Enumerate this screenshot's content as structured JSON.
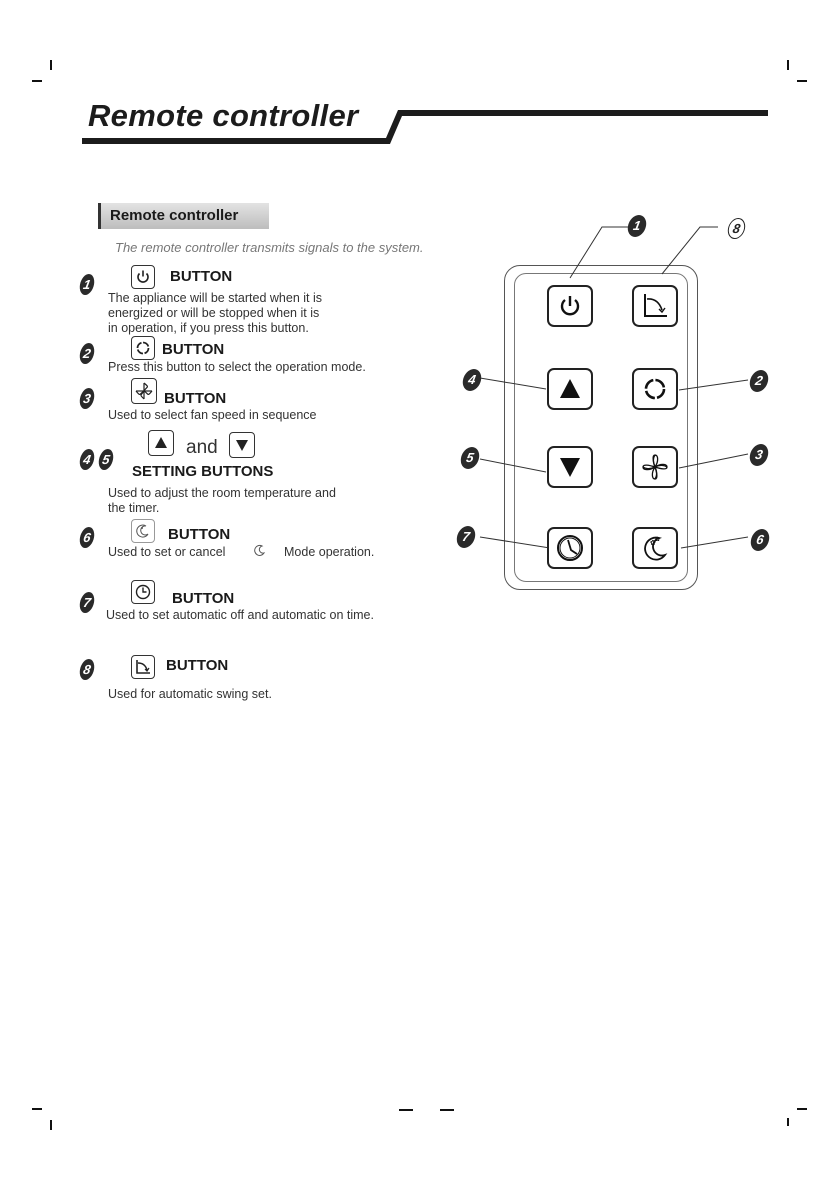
{
  "header": {
    "title": "Remote controller"
  },
  "section": {
    "tag": "Remote controller",
    "intro": "The remote controller transmits signals  to the system."
  },
  "items": [
    {
      "num": "1",
      "label": "BUTTON",
      "icon": "power-icon",
      "desc": [
        "The appliance will be started when it is",
        "energized or will be stopped when it is",
        "in operation, if you press this button."
      ]
    },
    {
      "num": "2",
      "label": "BUTTON",
      "icon": "mode-icon",
      "desc": [
        "Press this button to select the operation mode."
      ]
    },
    {
      "num": "3",
      "label": "BUTTON",
      "icon": "fan-icon",
      "desc": [
        "Used to select fan speed in sequence"
      ]
    },
    {
      "num": "4",
      "num2": "5",
      "and": "and",
      "label": "SETTING BUTTONS",
      "icon": "up-arrow-icon",
      "icon2": "down-arrow-icon",
      "desc": [
        "Used to adjust  the room temperature and",
        "the timer."
      ]
    },
    {
      "num": "6",
      "label": "BUTTON",
      "icon": "sleep-icon",
      "desc_a": "Used to set or cancel",
      "desc_b": "Mode operation."
    },
    {
      "num": "7",
      "label": "BUTTON",
      "icon": "timer-icon",
      "desc": [
        "Used to set  automatic  off  and  automatic  on  time."
      ]
    },
    {
      "num": "8",
      "label": "BUTTON",
      "icon": "swing-icon",
      "desc": [
        "Used for automatic swing set."
      ]
    }
  ],
  "remote": {
    "callouts": [
      "1",
      "8",
      "4",
      "2",
      "5",
      "3",
      "7",
      "6"
    ]
  }
}
